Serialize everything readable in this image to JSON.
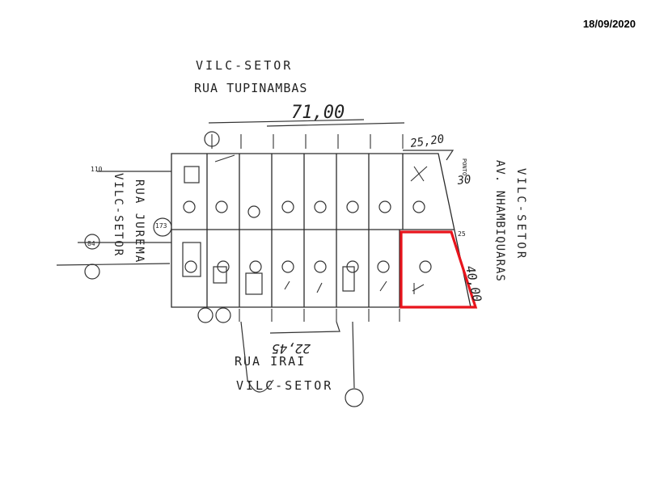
{
  "date": "18/09/2020",
  "streets": {
    "north": {
      "line1": "VILC-SETOR",
      "line2": "RUA TUPINAMBAS",
      "dimension": "71,00"
    },
    "east": {
      "line1": "VILC-SETOR",
      "line2": "AV. NHAMBIQUARAS",
      "dimension": "40,00"
    },
    "west": {
      "line1": "RUA JUREMA",
      "line2": "VILC-SETOR"
    },
    "south": {
      "line1": "RUA IRAI",
      "line2": "VILC-SETOR",
      "dimension": "22,45"
    }
  },
  "corner_dimension": "25,20",
  "corner_note": "PONTO",
  "corner_note_value": "30",
  "misc_numbers": [
    "110",
    "84",
    "173",
    "25"
  ],
  "highlight_color": "#e8141c",
  "highlighted_lot": "lot-bottom-right"
}
